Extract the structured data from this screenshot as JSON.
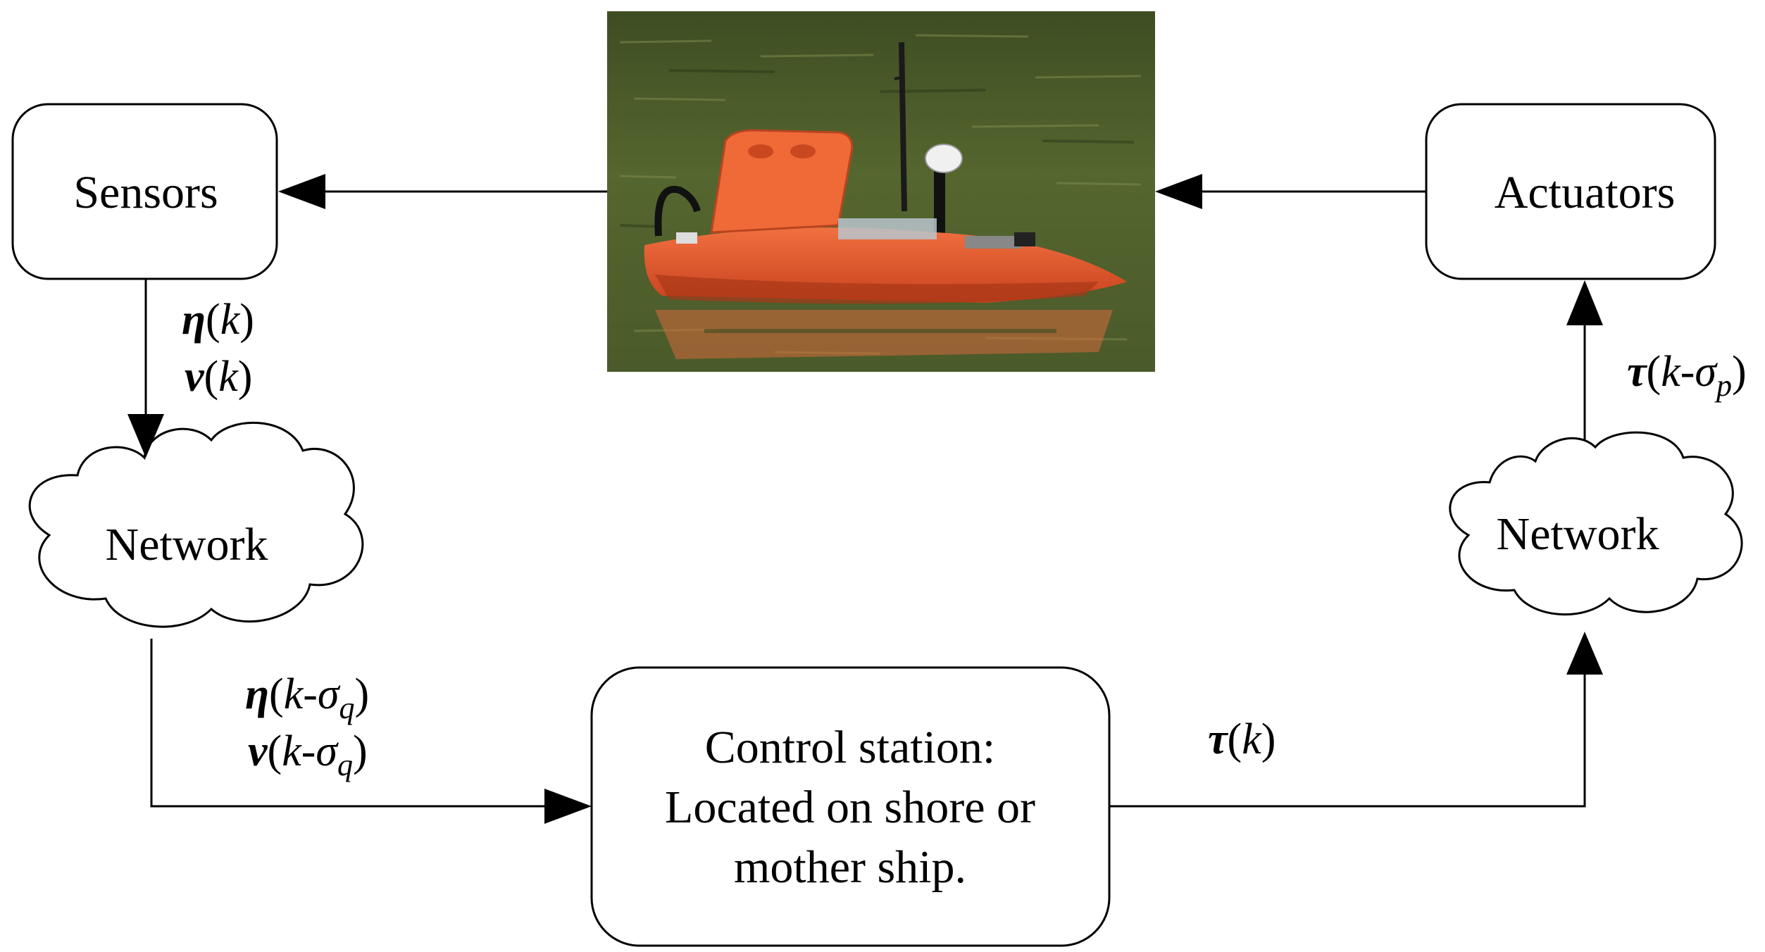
{
  "nodes": {
    "sensors": "Sensors",
    "actuators": "Actuators",
    "network_left": "Network",
    "network_right": "Network",
    "control_station": {
      "line1": "Control station:",
      "line2": "Located on shore or",
      "line3": "mother ship."
    }
  },
  "signals": {
    "sensor_out": {
      "eta": {
        "sym": "η",
        "open": "(",
        "arg": "k",
        "close": ")"
      },
      "nu": {
        "sym": "ν",
        "open": "(",
        "arg": "k",
        "close": ")"
      }
    },
    "delayed_sensor": {
      "eta": {
        "sym": "η",
        "open": "(",
        "arg": "k",
        "dash": "-",
        "sigma": "σ",
        "sub": "q",
        "close": ")"
      },
      "nu": {
        "sym": "ν",
        "open": "(",
        "arg": "k",
        "dash": "-",
        "sigma": "σ",
        "sub": "q",
        "close": ")"
      }
    },
    "control_out": {
      "sym": "τ",
      "open": "(",
      "arg": "k",
      "close": ")"
    },
    "delayed_control": {
      "sym": "τ",
      "open": "(",
      "arg": "k",
      "dash": "-",
      "sigma": "σ",
      "sub": "p",
      "close": ")"
    }
  },
  "icons": {
    "vessel": "unmanned-surface-vessel-photo"
  },
  "colors": {
    "hull": "#e8552a",
    "water": "#4f5f2f",
    "stroke": "#000000"
  }
}
